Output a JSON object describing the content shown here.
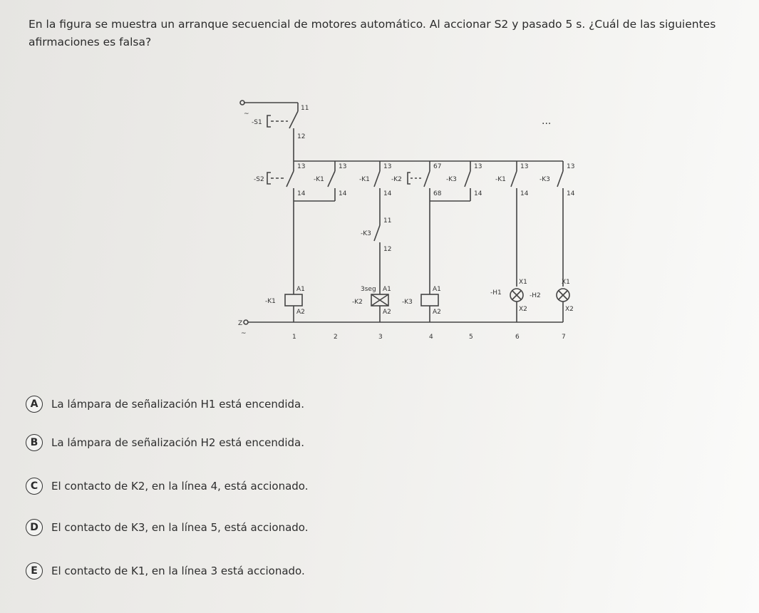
{
  "question": {
    "text": "En la figura se muestra un arranque secuencial de motores automático. Al accionar S2 y pasado 5 s. ¿Cuál de las siguientes afirmaciones es falsa?"
  },
  "diagram": {
    "s1": {
      "label": "-S1",
      "terminal_top": "11",
      "terminal_bottom": "12"
    },
    "supply_top": "~",
    "supply_bottom": "~",
    "supply_zero": "Z",
    "s2_label": "-S2",
    "contacts": [
      {
        "label": "-K1",
        "top": "13",
        "bottom": "14"
      },
      {
        "label": "-K1",
        "top": "13",
        "bottom": "14"
      },
      {
        "label": "-K2",
        "top": "67",
        "bottom": "68"
      },
      {
        "label": "-K3",
        "top": "13",
        "bottom": "14"
      },
      {
        "label": "-K1",
        "top": "13",
        "bottom": "14"
      },
      {
        "label": "-K3",
        "top": "13",
        "bottom": "14"
      }
    ],
    "s2_terminals": {
      "top": "13",
      "bottom": "14"
    },
    "k3_nc": {
      "label": "-K3",
      "top": "11",
      "bottom": "12"
    },
    "coils": [
      {
        "label": "-K1",
        "a1": "A1",
        "a2": "A2"
      },
      {
        "label": "-K2",
        "a1": "A1",
        "a2": "A2",
        "timer": "3seg"
      },
      {
        "label": "-K3",
        "a1": "A1",
        "a2": "A2"
      }
    ],
    "lamps": [
      {
        "label": "-H1",
        "x1": "X1",
        "x2": "X2"
      },
      {
        "label": "-H2",
        "x1": "X1",
        "x2": "X2"
      }
    ],
    "line_numbers": [
      "1",
      "2",
      "3",
      "4",
      "5",
      "6",
      "7"
    ],
    "ellipsis": "..."
  },
  "options": [
    {
      "letter": "A",
      "text": "La lámpara de señalización H1 está encendida."
    },
    {
      "letter": "B",
      "text": "La lámpara de señalización H2 está encendida."
    },
    {
      "letter": "C",
      "text": "El contacto de K2, en la línea 4, está accionado."
    },
    {
      "letter": "D",
      "text": "El contacto de K3, en la línea 5, está accionado."
    },
    {
      "letter": "E",
      "text": "El contacto de K1, en la línea 3 está accionado."
    }
  ]
}
